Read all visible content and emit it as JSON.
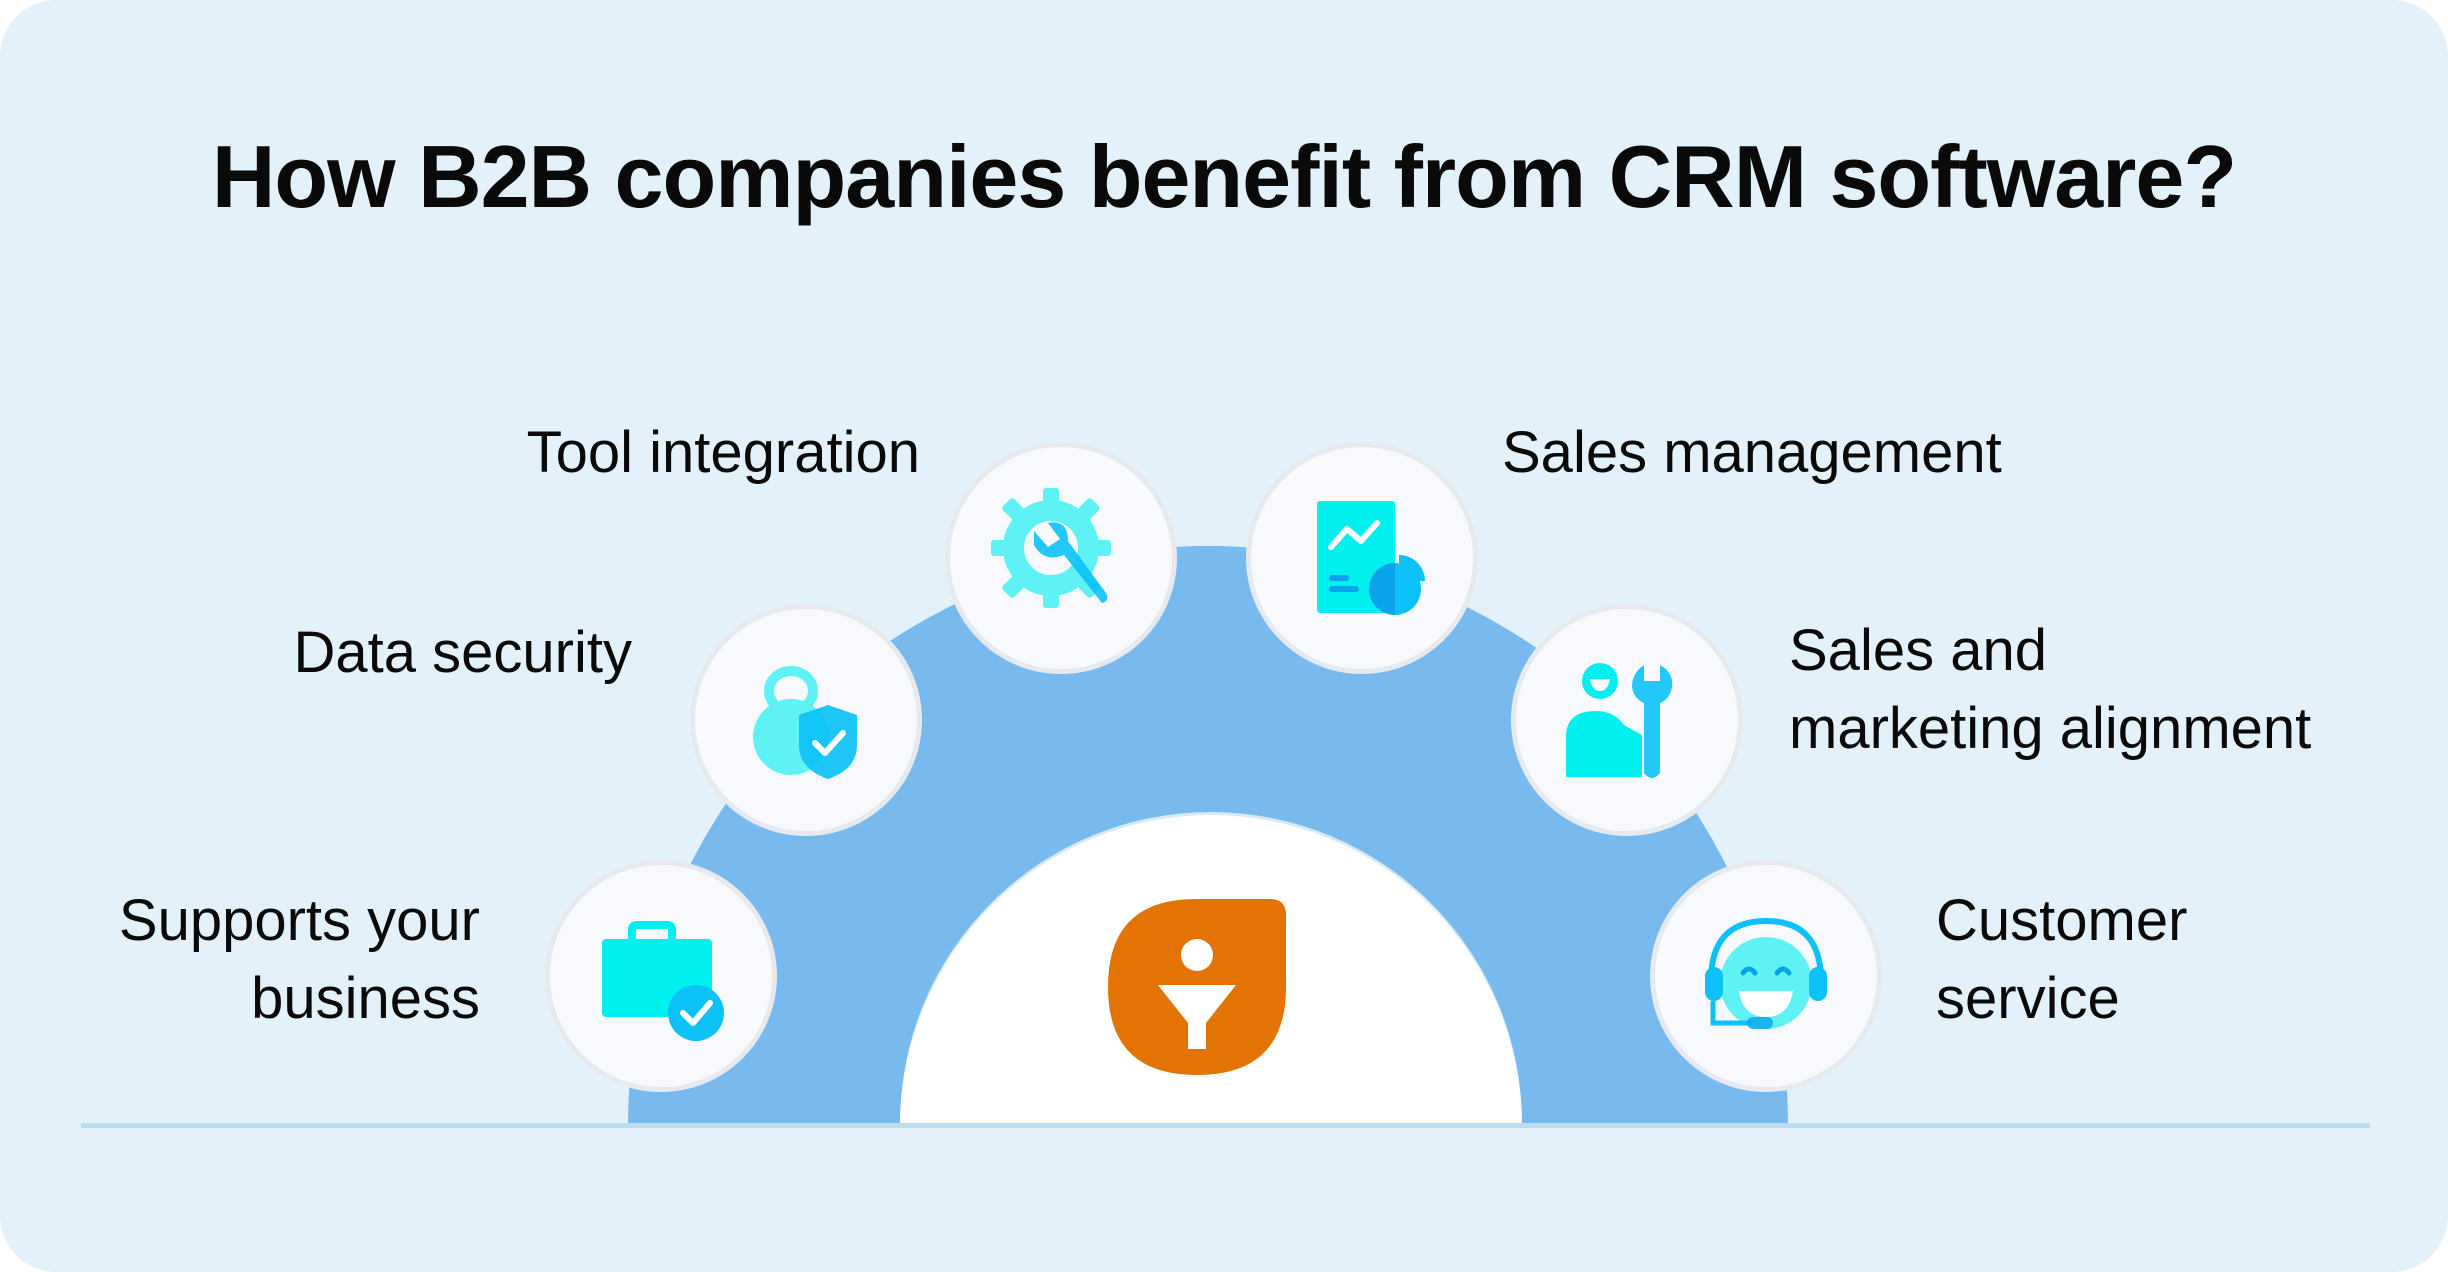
{
  "title": "How B2B companies benefit from CRM software?",
  "center": {
    "icon": "crm-funnel-logo-icon",
    "color": "#e37302"
  },
  "benefits": [
    {
      "icon": "gear-wrench-icon",
      "lines": [
        "Tool integration"
      ]
    },
    {
      "icon": "sales-report-chart-icon",
      "lines": [
        "Sales management"
      ]
    },
    {
      "icon": "lock-shield-icon",
      "lines": [
        "Data security"
      ]
    },
    {
      "icon": "person-wrench-icon",
      "lines": [
        "Sales and",
        "marketing alignment"
      ]
    },
    {
      "icon": "briefcase-check-icon",
      "lines": [
        "Supports your",
        "business"
      ]
    },
    {
      "icon": "headset-smiley-icon",
      "lines": [
        "Customer",
        "service"
      ]
    }
  ],
  "colors": {
    "background": "#e3f1fa",
    "arc": "#78b9ee",
    "accent": "#00f0f0",
    "blue": "#0bc1f7"
  }
}
